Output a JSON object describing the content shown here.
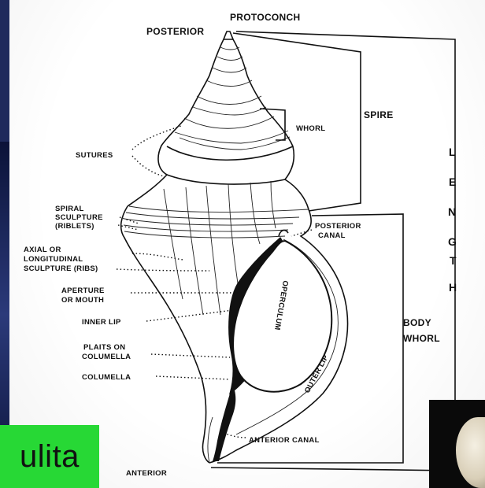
{
  "diagram": {
    "labels": {
      "protoconch": "PROTOCONCH",
      "posterior": "POSTERIOR",
      "whorl": "WHORL",
      "spire": "SPIRE",
      "sutures": "SUTURES",
      "spiral_sculpture_1": "SPIRAL",
      "spiral_sculpture_2": "SCULPTURE",
      "spiral_sculpture_3": "(RIBLETS)",
      "axial_1": "AXIAL OR",
      "axial_2": "LONGITUDINAL",
      "axial_3": "SCULPTURE (RIBS)",
      "aperture_1": "APERTURE",
      "aperture_2": "OR MOUTH",
      "inner_lip": "INNER LIP",
      "plaits_1": "PLAITS ON",
      "plaits_2": "COLUMELLA",
      "columella": "COLUMELLA",
      "posterior_canal_1": "POSTERIOR",
      "posterior_canal_2": "CANAL",
      "operculum": "OPERCULUM",
      "outer_lip": "OUTER LIP",
      "body_whorl_1": "BODY",
      "body_whorl_2": "WHORL",
      "anterior_canal": "ANTERIOR CANAL",
      "anterior": "ANTERIOR",
      "length_letters": [
        "L",
        "E",
        "N",
        "G",
        "T",
        "H"
      ]
    }
  },
  "overlay": {
    "tag_text": "ulita",
    "tag_color": "#27d835"
  }
}
